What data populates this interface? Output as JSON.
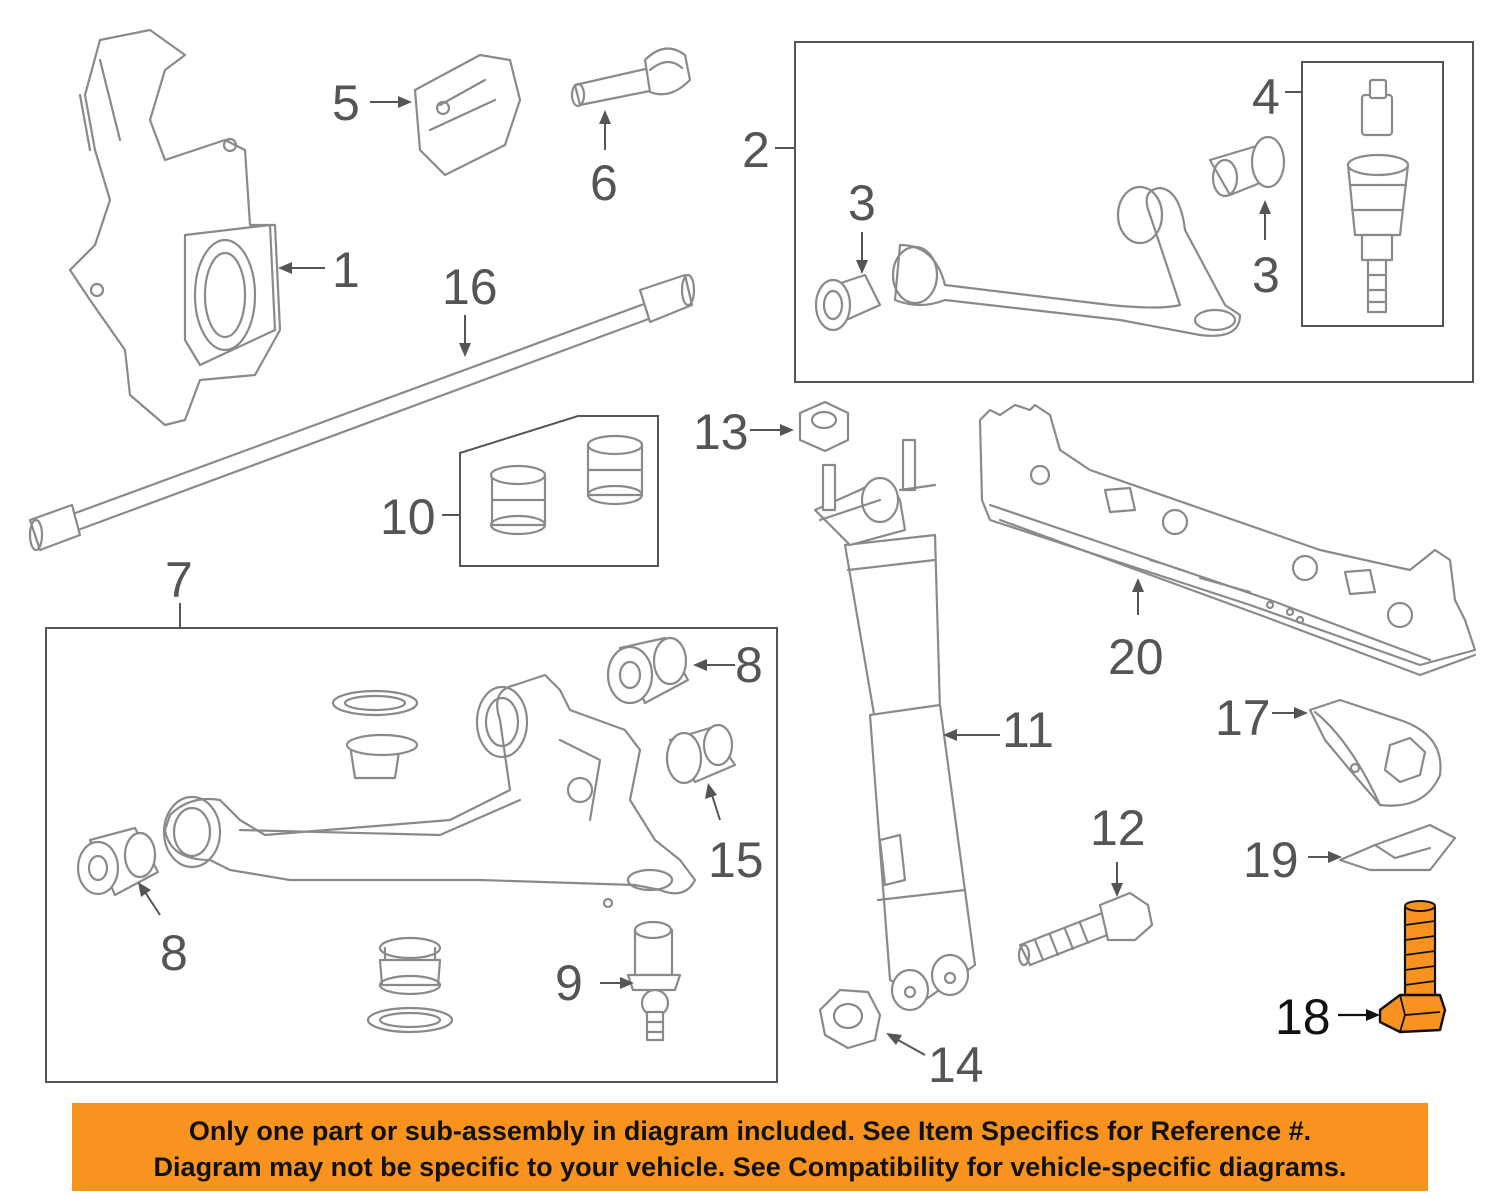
{
  "callouts": {
    "c1": "1",
    "c2": "2",
    "c3a": "3",
    "c3b": "3",
    "c4": "4",
    "c5": "5",
    "c6": "6",
    "c7": "7",
    "c8a": "8",
    "c8b": "8",
    "c9": "9",
    "c10": "10",
    "c11": "11",
    "c12": "12",
    "c13": "13",
    "c14": "14",
    "c15": "15",
    "c16": "16",
    "c17": "17",
    "c18": "18",
    "c19": "19",
    "c20": "20"
  },
  "notice": {
    "line1": "Only one part or sub-assembly in diagram included. See Item Specifics for Reference #.",
    "line2": "Diagram may not be specific to your vehicle. See Compatibility for vehicle-specific diagrams."
  },
  "colors": {
    "notice_bg": "#F7931E",
    "highlight_part": "#F7931E",
    "line_art": "#8A8A8A",
    "callout_text": "#555555"
  }
}
